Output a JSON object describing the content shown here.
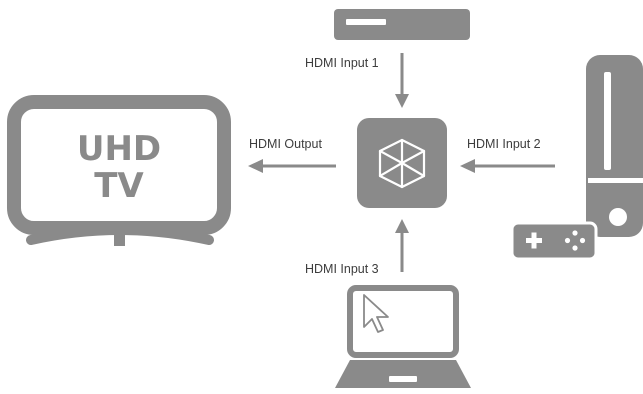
{
  "colors": {
    "device": "#8a8a8a",
    "arrow": "#8a8a8a",
    "text": "#3d3d3d",
    "background": "#ffffff"
  },
  "tv": {
    "line1": "UHD",
    "line2": "TV",
    "icon": "tv-icon"
  },
  "switch": {
    "icon": "cube-icon"
  },
  "connections": {
    "output": "HDMI Output",
    "input1": "HDMI Input 1",
    "input2": "HDMI Input 2",
    "input3": "HDMI Input 3"
  },
  "sources": {
    "input1": "set-top-box-icon",
    "input2": "game-console-icon",
    "input3": "laptop-icon"
  }
}
